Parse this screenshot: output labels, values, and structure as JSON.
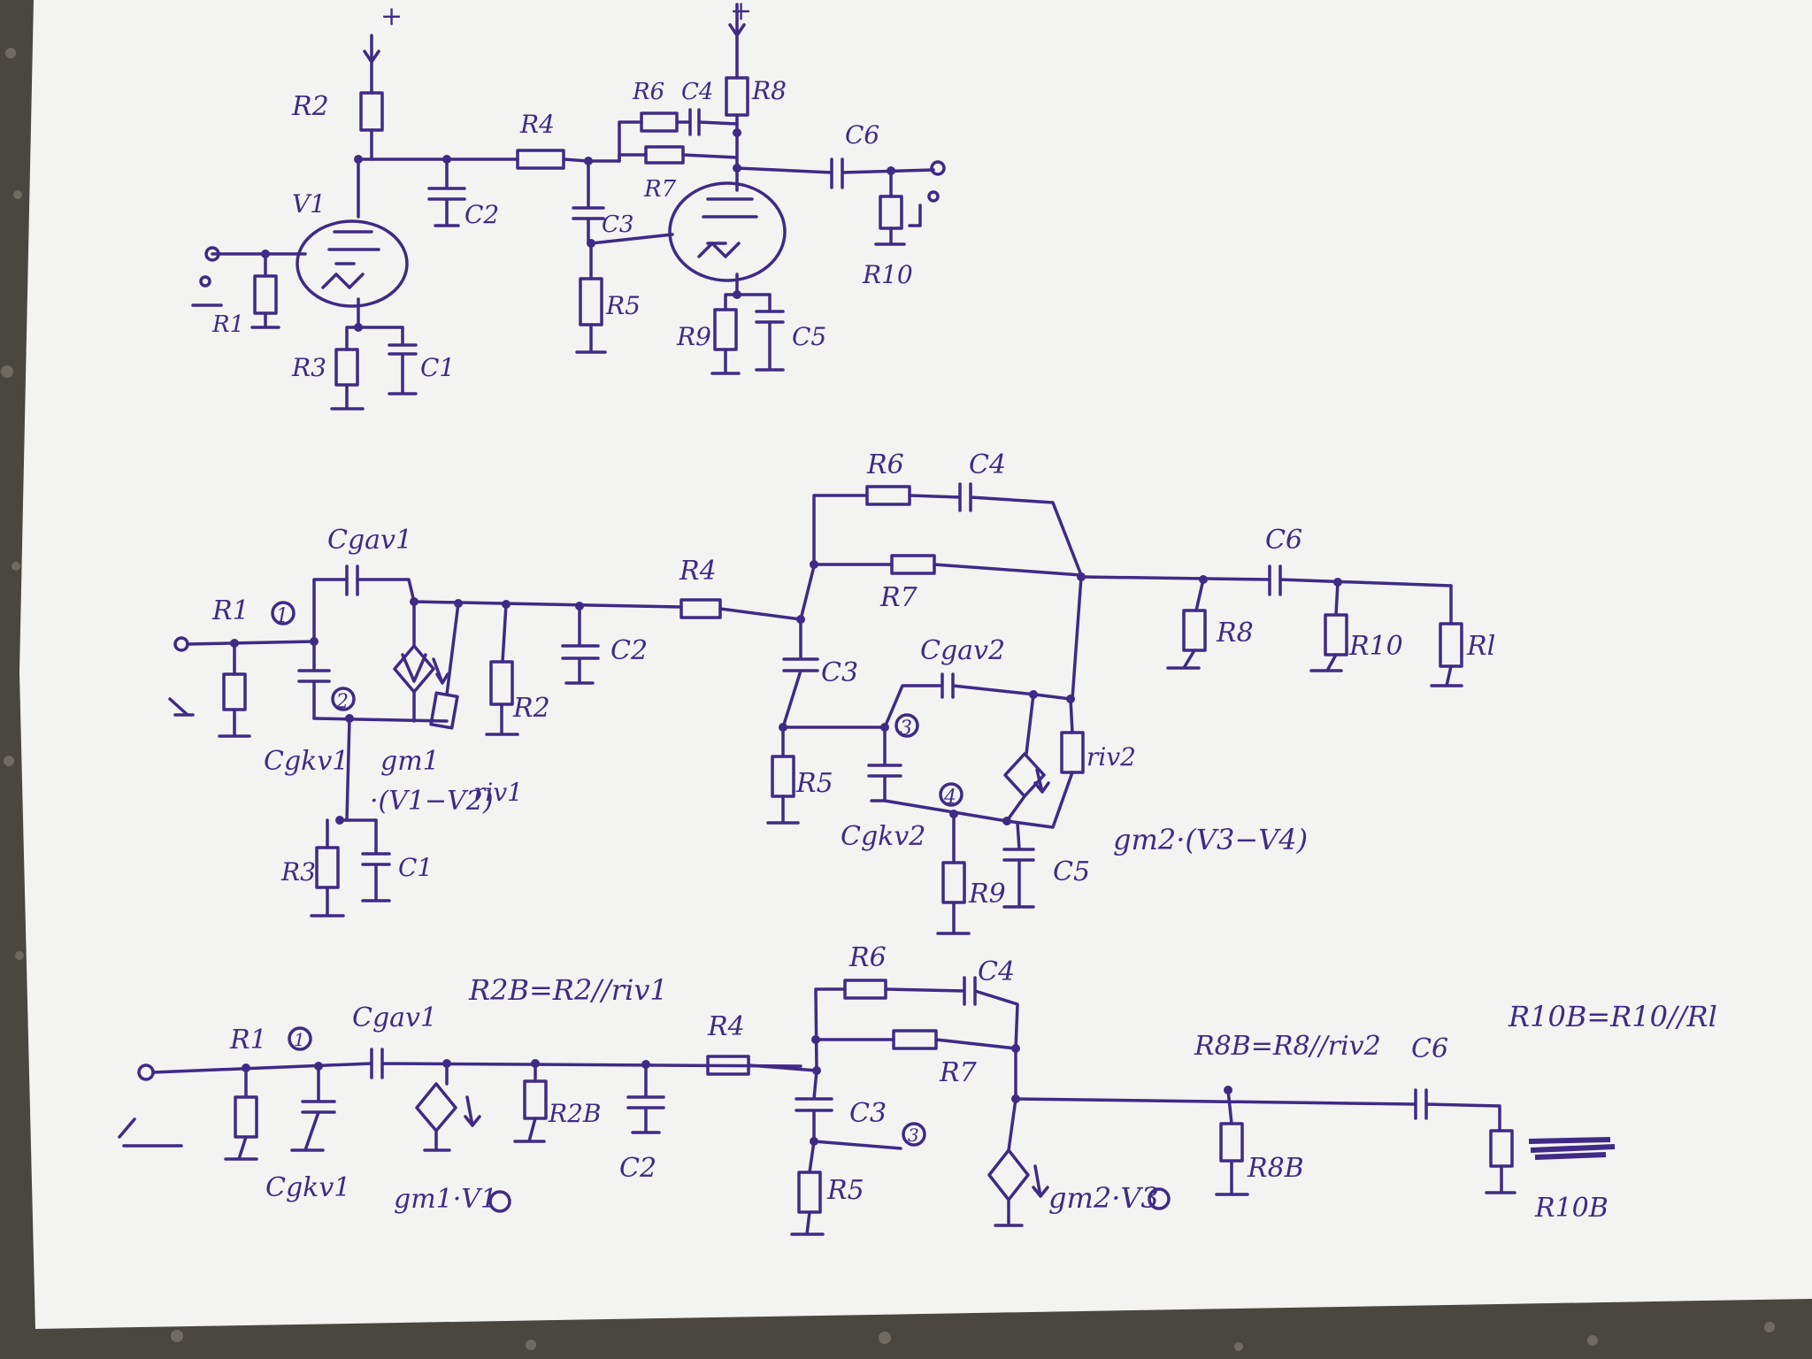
{
  "colors": {
    "ink": "#3f2a86",
    "paper": "#f3f3f1",
    "background": "#4a4640"
  },
  "top": {
    "supply_1": "+",
    "supply_2": "+",
    "R1": "R1",
    "R2": "R2",
    "R3": "R3",
    "R4": "R4",
    "R5": "R5",
    "R6": "R6",
    "R7": "R7",
    "R8": "R8",
    "R9": "R9",
    "R10": "R10",
    "C1": "C1",
    "C2": "C2",
    "C3": "C3",
    "C4": "C4",
    "C5": "C5",
    "C6": "C6",
    "V1": "V1"
  },
  "middle": {
    "R1": "R1",
    "R2": "R2",
    "R3": "R3",
    "R4": "R4",
    "R5": "R5",
    "R6": "R6",
    "R7": "R7",
    "R8": "R8",
    "R9": "R9",
    "R10": "R10",
    "Rl": "Rl",
    "C1": "C1",
    "C2": "C2",
    "C3": "C3",
    "C4": "C4",
    "C5": "C5",
    "C6": "C6",
    "Cgav1": "Cgav1",
    "Cgkv1": "Cgkv1",
    "Cgav2": "Cgav2",
    "Cgkv2": "Cgkv2",
    "riv1": "riv1",
    "riv2": "riv2",
    "gm1": "gm1",
    "gm1_expr": "·(V1−V2)",
    "gm2_expr": "gm2·(V3−V4)",
    "node1": "1",
    "node2": "2",
    "node3": "3",
    "node4": "4"
  },
  "bottom": {
    "R1": "R1",
    "R2B_eq": "R2B=R2//riv1",
    "R2B": "R2B",
    "R4": "R4",
    "R5": "R5",
    "R6": "R6",
    "R7": "R7",
    "R8B_eq": "R8B=R8//riv2",
    "R8B": "R8B",
    "R10B_eq": "R10B=R10//Rl",
    "R10B": "R10B",
    "C2": "C2",
    "C3": "C3",
    "C4": "C4",
    "C6": "C6",
    "Cgav1": "Cgav1",
    "Cgkv1": "Cgkv1",
    "gm1_expr": "gm1·V1",
    "gm2_expr": "gm2·V3",
    "node1": "1",
    "node3": "3"
  }
}
